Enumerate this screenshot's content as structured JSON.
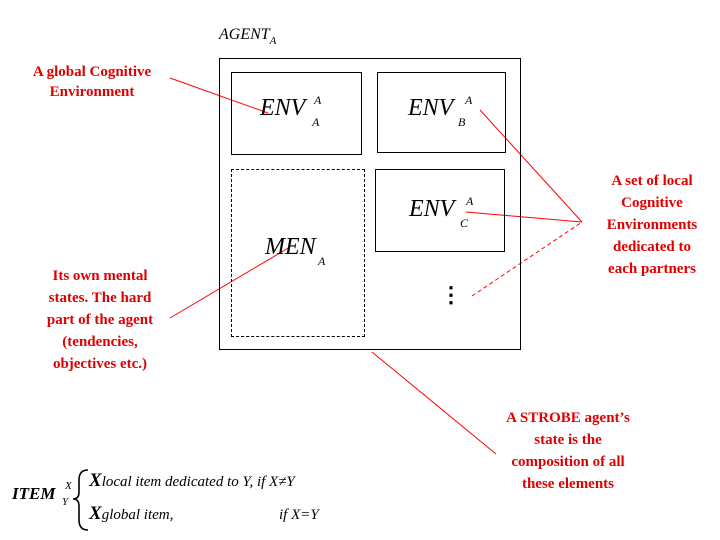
{
  "agent": {
    "name": "AGENT",
    "sub": "A"
  },
  "env_a": {
    "base": "ENV",
    "sup": "A",
    "sub": "A"
  },
  "env_b": {
    "base": "ENV",
    "sup": "A",
    "sub": "B"
  },
  "env_c": {
    "base": "ENV",
    "sup": "A",
    "sub": "C"
  },
  "men": {
    "base": "MEN",
    "sub": "A"
  },
  "ellipsis": "⋮",
  "notes": {
    "global_env": [
      "A global Cognitive",
      "Environment"
    ],
    "local_envs": [
      "A set of local",
      "Cognitive",
      "Environments",
      "dedicated to",
      "each partners"
    ],
    "mental_states": [
      "Its own mental",
      "states. The hard",
      "part of the agent",
      "(tendencies,",
      "objectives etc.)"
    ],
    "composition": [
      "A STROBE agent’s",
      "state is the",
      "composition of all",
      "these elements"
    ]
  },
  "legend": {
    "item": "ITEM",
    "item_sup": "X",
    "item_sub": "Y",
    "line1_var": "X",
    "line1_text": "local item dedicated to Y, if X≠Y",
    "line2_var": "X",
    "line2_text": "global item,",
    "line2_cond": "if X=Y"
  },
  "colors": {
    "annotation": "#e00000",
    "lines": "#ff0000",
    "boxes": "#000000"
  }
}
